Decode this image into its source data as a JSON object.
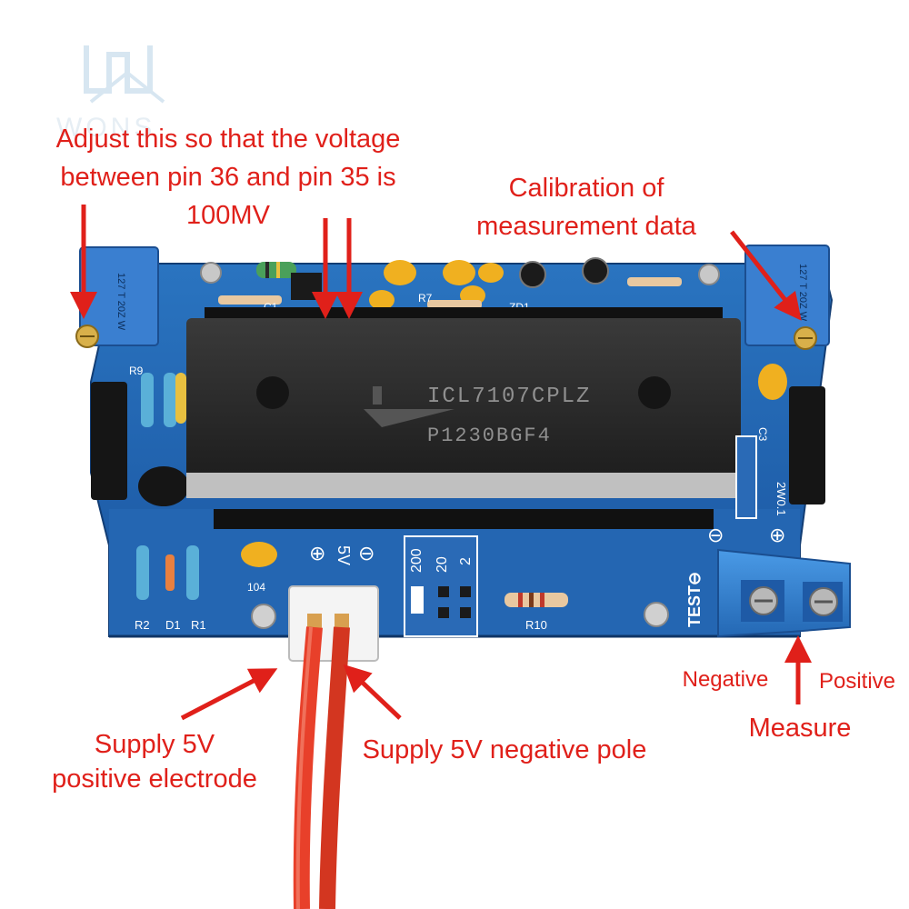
{
  "watermark": {
    "logo_text": "WONS"
  },
  "chip": {
    "part_number": "ICL7107CPLZ",
    "lot_code": "P1230BGF4"
  },
  "board_labels": {
    "pot_left": "127 T 20Z W",
    "pot_right": "127 T 20Z W",
    "ref_r9": "R9",
    "ref_r2": "R2",
    "ref_d1": "D1",
    "ref_r1": "R1",
    "ref_r10": "R10",
    "ref_r7": "R7",
    "ref_c1": "C1",
    "ref_zd1": "ZD1",
    "ref_c3": "C3",
    "cap_104": "104",
    "range_200": "200",
    "range_20": "20",
    "range_2": "2",
    "sup_plus": "⊕",
    "sup_5v": "5V",
    "sup_minus": "⊖",
    "test": "TEST⊖",
    "cap_2w01": "2W0.1",
    "term_minus": "⊖",
    "term_plus": "⊕"
  },
  "annotations": {
    "adjust_line1": "Adjust this so that the voltage",
    "adjust_line2": "between pin 36 and pin 35 is",
    "adjust_line3": "100MV",
    "calib_line1": "Calibration of",
    "calib_line2": "measurement data",
    "negative": "Negative",
    "positive": "Positive",
    "measure": "Measure",
    "sup_pos_line1": "Supply 5V",
    "sup_pos_line2": "positive electrode",
    "sup_neg": "Supply 5V negative pole"
  },
  "colors": {
    "annotation": "#e0201a",
    "pcb": "#1f5fa8",
    "chip": "#2a2a2a",
    "terminal": "#2f7fd0",
    "wire_red": "#e8402a",
    "capacitor": "#f0b020"
  }
}
